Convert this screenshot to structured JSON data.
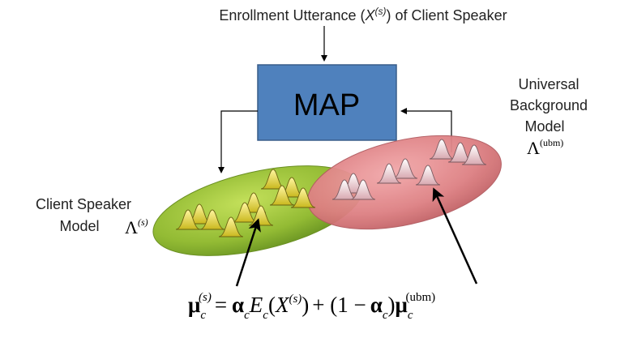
{
  "header_label": {
    "prefix": "Enrollment Utterance (",
    "var": "X",
    "sup": "(s)",
    "suffix": ") of Client Speaker"
  },
  "map_box": {
    "label": "MAP"
  },
  "ubm": {
    "line1": "Universal",
    "line2": "Background",
    "line3": "Model",
    "symbol": "Λ",
    "symbol_sup": "(ubm)"
  },
  "client": {
    "line1": "Client Speaker",
    "line2": "Model",
    "symbol": "Λ",
    "symbol_sup": "(s)"
  },
  "equation": {
    "mu": "μ",
    "c": "c",
    "s_sup": "(s)",
    "eq": "=",
    "alpha": "α",
    "E": "E",
    "open_paren": "(",
    "X": "X",
    "close_paren": ")",
    "plus_one_minus": "+ (1 −",
    "ubm_sup": "(ubm)"
  },
  "colors": {
    "map_fill": "#4f81bd",
    "map_stroke": "#385d8a",
    "client_ellipse": "#8fb43a",
    "ubm_ellipse": "#d9787a",
    "client_gauss": "#e8e05a",
    "ubm_gauss": "#f0d2d6"
  }
}
